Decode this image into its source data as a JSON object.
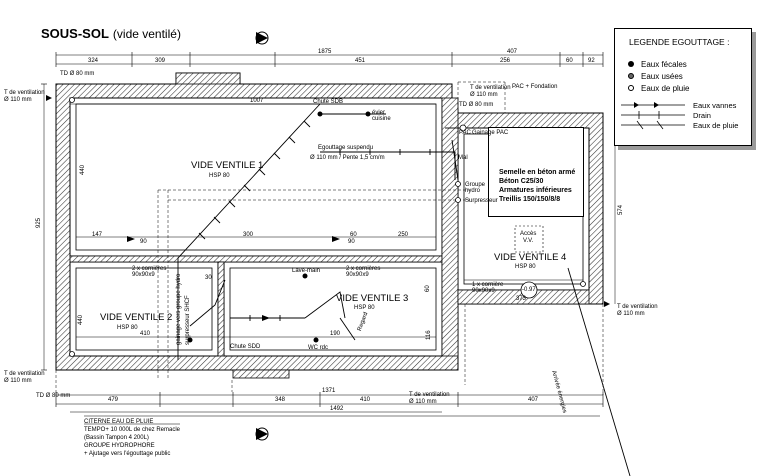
{
  "header": {
    "title": "SOUS-SOL",
    "subtitle": "(vide ventilé)"
  },
  "legend": {
    "title": "LEGENDE EGOUTTAGE :",
    "items": [
      "Eaux fécales",
      "Eaux usées",
      "Eaux de pluie"
    ],
    "line_items": [
      "Eaux vannes",
      "Drain",
      "Eaux de pluie"
    ]
  },
  "warning": {
    "lines": [
      "Semelle en béton armé",
      "Béton C25/30",
      "Armatures inférieures",
      "Treillis 150/150/8/8"
    ]
  },
  "rooms": [
    {
      "name": "VIDE VENTILE 1",
      "hsp": "HSP 80"
    },
    {
      "name": "VIDE VENTILE 2",
      "hsp": "HSP 80"
    },
    {
      "name": "VIDE VENTILE 3",
      "hsp": "HSP 80"
    },
    {
      "name": "VIDE VENTILE 4",
      "hsp": "HSP 80"
    }
  ],
  "labels": {
    "td_top": "TD Ø 80 mm",
    "td_bottom": "TD Ø 80 mm",
    "vent_tl_1": "T de ventilation",
    "vent_tl_2": "Ø 110 mm",
    "vent_bl_1": "T de ventilation",
    "vent_bl_2": "Ø 110 mm",
    "vent_tr_1": "T de ventilation",
    "vent_tr_2": "Ø 110 mm",
    "vent_r_1": "T de ventilation",
    "vent_r_2": "Ø 110 mm",
    "vent_b_1": "T de ventilation",
    "vent_b_2": "Ø 110 mm",
    "pac_fondation": "PAC + Fondation",
    "td_80_right": "TD Ø 80 mm",
    "pac": "PAC",
    "gainage_pac": "Gainage PAC",
    "chute_sdb": "Chute SDB",
    "evier_1": "évier",
    "evier_2": "cuisine",
    "egouttage_1": "Egouttage suspendu",
    "egouttage_2": "Ø 110 mm / Pente 1,5 cm/m",
    "mal": "Mal",
    "groupe_1": "Groupe",
    "groupe_2": "hydro",
    "surpresseur": "Surpresseur",
    "corniere_a1": "2 x cornières",
    "corniere_a2": "90x90x9",
    "corniere_b1": "2 x cornières",
    "corniere_b2": "90x90x9",
    "corniere_c1": "1 x cornière",
    "corniere_c2": "90x90x9",
    "lave_main": "Lave-main",
    "wc_rdc": "WC rdc",
    "regard": "Regard",
    "chute_sdd": "Chute SDD",
    "acces": "Accès",
    "vv": "V.V.",
    "circle_level": "-0.97",
    "arrivee": "Arrivée énergies",
    "gainage_vertical": "gainage vers groupe hydro",
    "surpresseur_vertical": "surpresseur SHCF",
    "citerne_title": "CITERNE EAU DE PLUIE",
    "citerne_lines": [
      "TEMPO+ 10 000L de chez Remacle",
      "(Bassin Tampon 4 200L)",
      "GROUPE HYDROPHORE",
      "+ Ajutage vers l'égouttage public"
    ]
  },
  "dimensions": {
    "top_overall": "1875",
    "top_right": "407",
    "top_segments": [
      "324",
      "309",
      "451",
      "256",
      "60",
      "92"
    ],
    "inner_top": "1007",
    "left_overall": "925",
    "right_overall": "574",
    "bottom_overall": "1492",
    "bottom_mid": "1371",
    "bottom_segments": [
      "479",
      "348",
      "410",
      "407"
    ],
    "misc": [
      "440",
      "147",
      "90",
      "300",
      "90",
      "250",
      "60",
      "410",
      "190",
      "60",
      "116",
      "440",
      "30",
      "373"
    ]
  }
}
